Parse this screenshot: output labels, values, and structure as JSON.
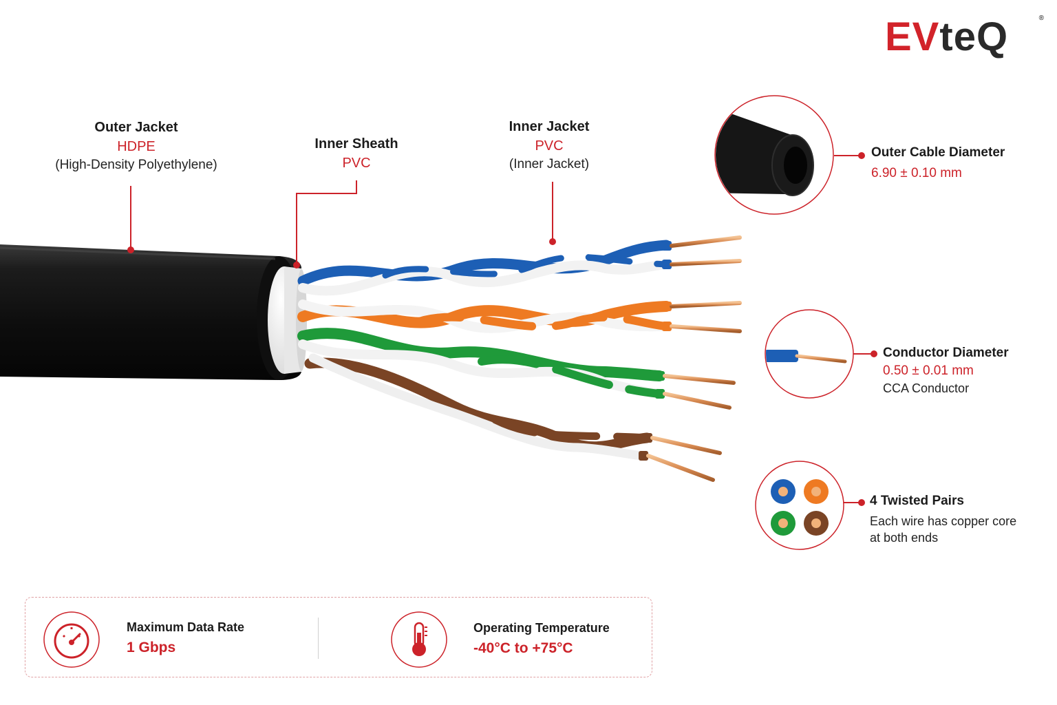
{
  "brand": {
    "logo_part1": "EV",
    "logo_part2": "teQ",
    "registered": "®"
  },
  "colors": {
    "accent": "#cc2229",
    "jacket": "#151515",
    "blue": "#1d5fb5",
    "orange": "#ee7a22",
    "green": "#1f9a3a",
    "brown": "#7a4425",
    "copper": "#d9905a"
  },
  "labels": {
    "outer_jacket": {
      "title": "Outer Jacket",
      "material": "HDPE",
      "note": "(High-Density Polyethylene)"
    },
    "inner_sheath": {
      "title": "Inner Sheath",
      "material": "PVC"
    },
    "inner_jacket": {
      "title": "Inner Jacket",
      "material": "PVC",
      "note": "(Inner Jacket)"
    }
  },
  "specs": {
    "outer_diameter": {
      "title": "Outer Cable Diameter",
      "value": "6.90 ± 0.10 mm",
      "icon": "cable-end-icon"
    },
    "conductor": {
      "title": "Conductor Diameter",
      "value": "0.50 ± 0.01 mm",
      "note": "CCA Conductor",
      "icon": "conductor-icon"
    },
    "pairs": {
      "title": "4 Twisted Pairs",
      "note_line1": "Each wire has copper core",
      "note_line2": "at both ends",
      "icon": "four-pairs-icon"
    }
  },
  "bottom": {
    "data_rate": {
      "title": "Maximum Data Rate",
      "value": "1 Gbps",
      "icon": "speedometer-icon"
    },
    "temperature": {
      "title": "Operating Temperature",
      "value": "-40°C to +75°C",
      "icon": "thermometer-icon"
    }
  }
}
